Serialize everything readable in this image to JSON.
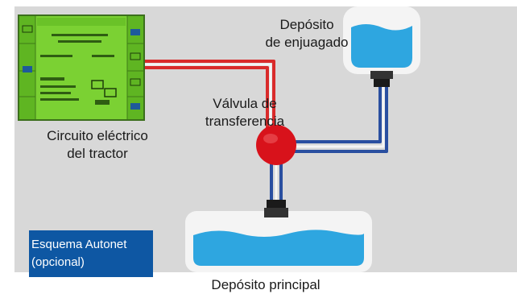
{
  "labels": {
    "rinse_tank_line1": "Depósito",
    "rinse_tank_line2": "de enjuagado",
    "valve_line1": "Válvula de",
    "valve_line2": "transferencia",
    "tractor_line1": "Circuito eléctrico",
    "tractor_line2": "del tractor",
    "main_tank": "Depósito principal"
  },
  "note": {
    "line1": "Esquema Autonet",
    "line2": "(opcional)"
  },
  "colors": {
    "background": "#d8d8d8",
    "screen_green": "#7bd133",
    "electric_wire": "#d92b2b",
    "water_pipe": "#2a4fa0",
    "valve": "#d8121b",
    "water": "#2ea6e0",
    "note_bg": "#0e57a3"
  }
}
